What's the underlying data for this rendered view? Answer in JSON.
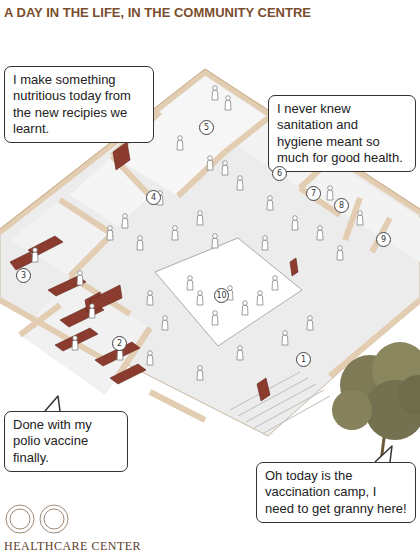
{
  "diagram": {
    "title": "A DAY IN THE LIFE, IN THE COMMUNITY CENTRE",
    "caption": "HEALTHCARE CENTER",
    "nodes": [
      {
        "text": [
          "I make something nutritious today from the new recipies we learnt."
        ]
      },
      {
        "text": [
          "I never knew sanitation and hygiene meant so much for good health."
        ]
      },
      {
        "text": [
          "Done with my polio vaccine finally."
        ]
      },
      {
        "text": [
          "Oh today is the vaccination camp, I need to get granny here!"
        ]
      }
    ],
    "labels": [
      "5",
      "4",
      "6",
      "7",
      "8",
      "9",
      "3",
      "10",
      "2",
      "1"
    ]
  }
}
